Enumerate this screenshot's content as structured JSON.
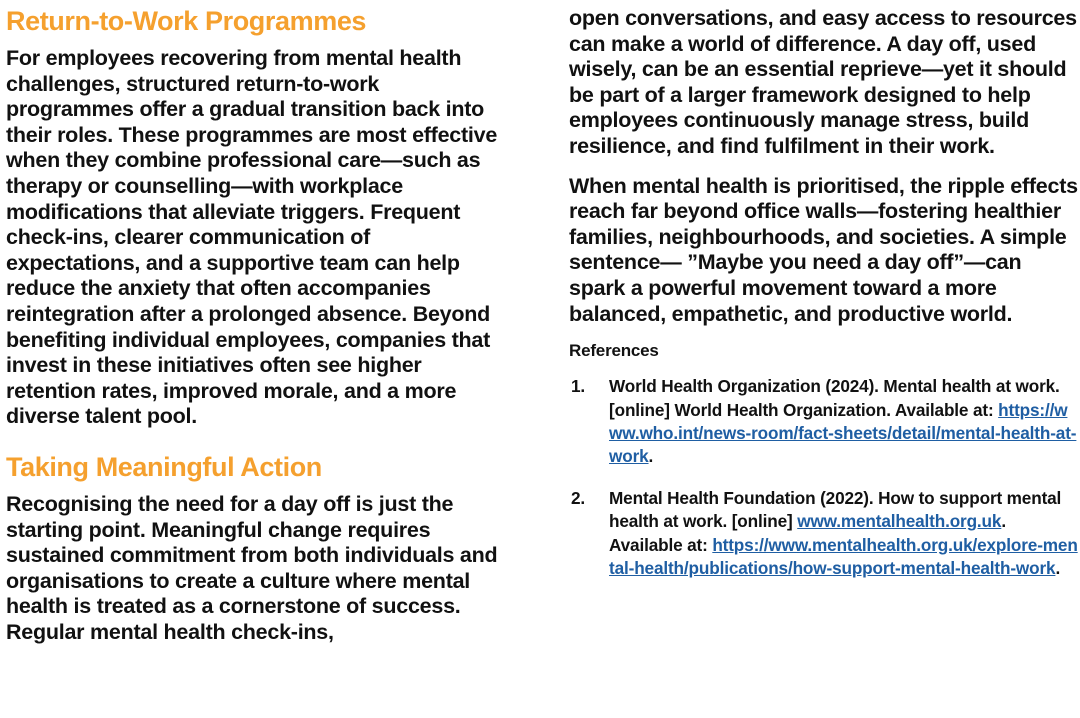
{
  "document": {
    "colors": {
      "heading_orange": "#f5a02e",
      "body_black": "#111111",
      "link_blue": "#1f5ea3",
      "page_background": "#ffffff"
    },
    "left_column": {
      "heading_1": "Return-to-Work Programmes",
      "paragraph_1": "For employees recovering from mental health challenges, structured return-to-work programmes offer a gradual transition back into their roles. These programmes are most effective when they combine professional care—such as therapy or counselling—with workplace modifications that alleviate triggers. Frequent check-ins, clearer communication of expectations, and a supportive team can help reduce the anxiety that often accompanies reintegration after a prolonged absence. Beyond benefiting individual employees, companies that invest in these initiatives often see higher retention rates, improved morale, and a more diverse talent pool.",
      "heading_2": "Taking Meaningful Action",
      "paragraph_2": "Recognising the need for a day off is just the starting point. Meaningful change requires sustained commitment from both individuals and organisations to create a culture where mental health is treated as a cornerstone of success. Regular mental health check-ins,"
    },
    "right_column": {
      "paragraph_1": "open conversations, and easy access to resources can make a world of difference. A day off, used wisely, can be an essential reprieve—yet it should be part of a larger framework designed to help employees continuously manage stress, build resilience, and find fulfilment in their work.",
      "paragraph_2": "When mental health is prioritised, the ripple effects reach far beyond office walls—fostering healthier families, neighbourhoods, and societies. A simple sentence— ”Maybe you need a day off”—can spark a powerful movement toward a more balanced, empathetic, and productive world.",
      "references_heading": "References",
      "references": [
        {
          "number": "1.",
          "text_before": "World Health Organization (2024). Mental health at work. [online] World Health Organization. Available at: ",
          "link": "https://www.who.int/news-room/fact-sheets/detail/mental-health-at-work",
          "text_after": "."
        },
        {
          "number": "2.",
          "text_before": "Mental Health Foundation (2022). How to support mental health at work. [online] ",
          "link_inline": "www.mentalhealth.org.uk",
          "text_middle": ". Available at: ",
          "link": "https://www.mentalhealth.org.uk/explore-mental-health/publications/how-support-mental-health-work",
          "text_after": "."
        }
      ]
    }
  }
}
